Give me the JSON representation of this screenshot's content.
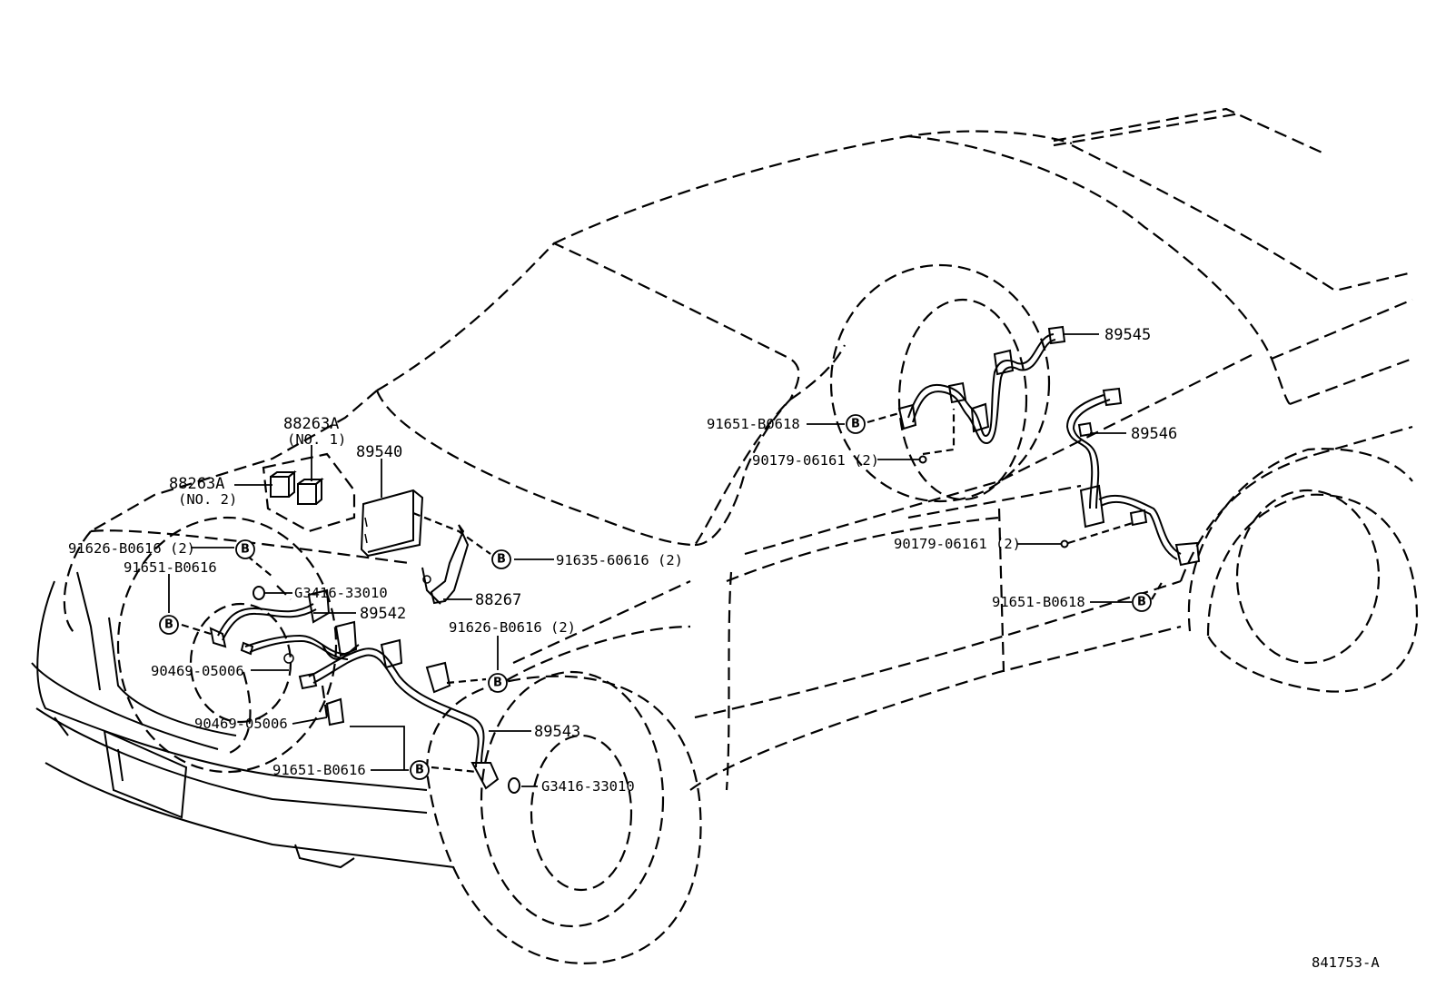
{
  "diagram_id": "841753-A",
  "bolt_marker": "B",
  "labels": {
    "p88263a_no1_num": "88263A",
    "p88263a_no1_sub": "(NO. 1)",
    "p88263a_no2_num": "88263A",
    "p88263a_no2_sub": "(NO. 2)",
    "p89540": "89540",
    "p91626_b0616_2_left": "91626-B0616 (2)",
    "p91651_b0616_left": "91651-B0616",
    "pg3416_33010_upper": "G3416-33010",
    "p89542": "89542",
    "p91635_60616_2": "91635-60616 (2)",
    "p88267": "88267",
    "p91626_b0616_2_center": "91626-B0616 (2)",
    "p90469_05006_upper": "90469-05006",
    "p90469_05006_lower": "90469-05006",
    "p89543": "89543",
    "p91651_b0616_lower": "91651-B0616",
    "pg3416_33010_lower": "G3416-33010",
    "p91651_b0618_upper": "91651-B0618",
    "p90179_06161_2_upper": "90179-06161 (2)",
    "p89545": "89545",
    "p89546": "89546",
    "p90179_06161_2_lower": "90179-06161 (2)",
    "p91651_b0618_lower": "91651-B0618"
  }
}
